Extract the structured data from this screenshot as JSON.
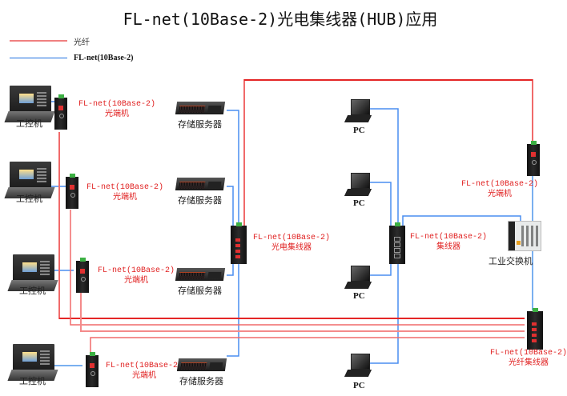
{
  "title": "FL-net(10Base-2)光电集线器(HUB)应用",
  "legend": [
    {
      "label": "光纤",
      "color": "#f08080"
    },
    {
      "label": "FL-net(10Base-2)",
      "color": "#1e6fe0"
    }
  ],
  "colors": {
    "fiber": "#f06a6a",
    "fiber_dark": "#e01010",
    "cable": "#4a8ef0",
    "label_red": "#e02020"
  },
  "devices": {
    "ipc": [
      {
        "label": "工控机"
      },
      {
        "label": "工控机"
      },
      {
        "label": "工控机"
      },
      {
        "label": "工控机"
      }
    ],
    "converters_left": [
      {
        "line1": "FL-net(10Base-2)",
        "line2": "光端机"
      },
      {
        "line1": "FL-net(10Base-2)",
        "line2": "光端机"
      },
      {
        "line1": "FL-net(10Base-2)",
        "line2": "光端机"
      },
      {
        "line1": "FL-net(10Base-2)",
        "line2": "光端机"
      }
    ],
    "servers": [
      {
        "label": "存储服务器"
      },
      {
        "label": "存储服务器"
      },
      {
        "label": "存储服务器"
      },
      {
        "label": "存储服务器"
      }
    ],
    "opto_hub": {
      "line1": "FL-net(10Base-2)",
      "line2": "光电集线器"
    },
    "pcs": [
      {
        "label": "PC"
      },
      {
        "label": "PC"
      },
      {
        "label": "PC"
      },
      {
        "label": "PC"
      }
    ],
    "hub": {
      "line1": "FL-net(10Base-2)",
      "line2": "集线器"
    },
    "converter_right": {
      "line1": "FL-net(10Base-2)",
      "line2": "光端机"
    },
    "industrial_switch": {
      "label": "工业交换机"
    },
    "fiber_hub": {
      "line1": "FL-net(10Base-2)",
      "line2": "光纤集线器"
    }
  }
}
